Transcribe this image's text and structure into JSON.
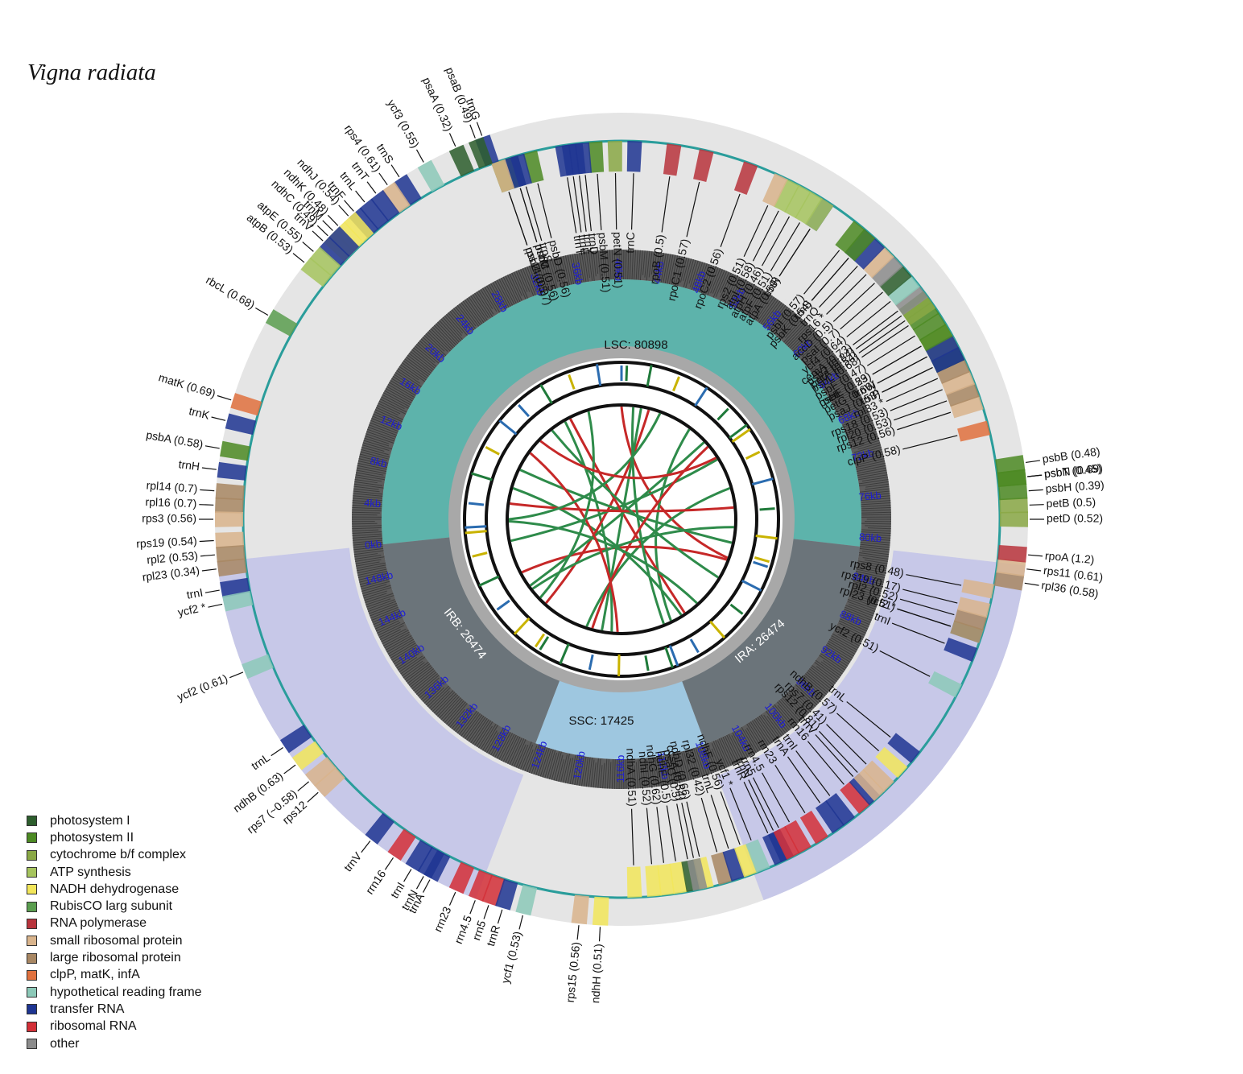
{
  "title": "Vigna radiata",
  "legend": [
    {
      "label": "photosystem I",
      "color": "#2d5e2d"
    },
    {
      "label": "photosystem II",
      "color": "#4c8a23"
    },
    {
      "label": "cytochrome b/f complex",
      "color": "#8aa845"
    },
    {
      "label": "ATP synthesis",
      "color": "#a6c45e"
    },
    {
      "label": "NADH dehydrogenase",
      "color": "#f2e65a"
    },
    {
      "label": "RubisCO larg subunit",
      "color": "#5a9e4f"
    },
    {
      "label": "RNA polymerase",
      "color": "#b8343c"
    },
    {
      "label": "small ribosomal protein",
      "color": "#d9b48c"
    },
    {
      "label": "large ribosomal protein",
      "color": "#a88763"
    },
    {
      "label": "clpP, matK, infA",
      "color": "#e0713e"
    },
    {
      "label": "hypothetical reading frame",
      "color": "#8cc9b8"
    },
    {
      "label": "transfer RNA",
      "color": "#1e3592"
    },
    {
      "label": "ribosomal RNA",
      "color": "#d32f37"
    },
    {
      "label": "other",
      "color": "#8c8c8c"
    }
  ],
  "regions": [
    {
      "label": "LSC: 80898",
      "start": 0,
      "end": 80898,
      "color": "#5db3ab"
    },
    {
      "label": "IRA: 26474",
      "start": 80898,
      "end": 107372,
      "color": "#6b747a"
    },
    {
      "label": "SSC: 17425",
      "start": 107372,
      "end": 124797,
      "color": "#9ec7e0"
    },
    {
      "label": "IRB: 26474",
      "start": 124797,
      "end": 151271,
      "color": "#6b747a"
    }
  ],
  "genome_length": 151271,
  "kb_ticks": [
    "0kb",
    "4kb",
    "8kb",
    "12kb",
    "16kb",
    "20kb",
    "24kb",
    "28kb",
    "32kb",
    "36kb",
    "40kb",
    "44kb",
    "48kb",
    "52kb",
    "56kb",
    "60kb",
    "64kb",
    "68kb",
    "72kb",
    "76kb",
    "80kb",
    "84kb",
    "88kb",
    "92kb",
    "96kb",
    "100kb",
    "104kb",
    "108kb",
    "112kb",
    "116kb",
    "120kb",
    "124kb",
    "128kb",
    "132kb",
    "136kb",
    "140kb",
    "144kb",
    "148kb"
  ],
  "gene_labels": [
    {
      "text": "rbcL (0.68)",
      "angle": -60,
      "color": "#5a9e4f"
    },
    {
      "text": "matK (0.69)",
      "angle": -73,
      "color": "#e0713e"
    },
    {
      "text": "trnK",
      "angle": -76,
      "color": "#1e3592"
    },
    {
      "text": "psbA (0.58)",
      "angle": -80,
      "color": "#4c8a23"
    },
    {
      "text": "trnH",
      "angle": -83,
      "color": "#1e3592"
    },
    {
      "text": "rpl14 (0.7)",
      "angle": -86,
      "color": "#a88763"
    },
    {
      "text": "rpl16 (0.7)",
      "angle": -88,
      "color": "#a88763"
    },
    {
      "text": "rps3 (0.56)",
      "angle": -90,
      "color": "#d9b48c"
    },
    {
      "text": "rps19 (0.54)",
      "angle": -93,
      "color": "#d9b48c"
    },
    {
      "text": "rpl2 (0.53)",
      "angle": -95,
      "color": "#a88763"
    },
    {
      "text": "rpl23 (0.34)",
      "angle": -97,
      "color": "#a88763"
    },
    {
      "text": "trnI",
      "angle": -100,
      "color": "#1e3592"
    },
    {
      "text": "ycf2 *",
      "angle": -102,
      "color": "#8cc9b8"
    },
    {
      "text": "ycf2 (0.61)",
      "angle": -112,
      "color": "#8cc9b8"
    },
    {
      "text": "trnL",
      "angle": -124,
      "color": "#1e3592"
    },
    {
      "text": "ndhB (0.63)",
      "angle": -127,
      "color": "#f2e65a"
    },
    {
      "text": "rps7 (~0.58)",
      "angle": -130,
      "color": "#d9b48c"
    },
    {
      "text": "rps12",
      "angle": -132,
      "color": "#d9b48c"
    },
    {
      "text": "trnV",
      "angle": -142,
      "color": "#1e3592"
    },
    {
      "text": "rrn16",
      "angle": -146,
      "color": "#d32f37"
    },
    {
      "text": "trnI",
      "angle": -149,
      "color": "#1e3592"
    },
    {
      "text": "trnA",
      "angle": -152,
      "color": "#1e3592"
    },
    {
      "text": "rrn23",
      "angle": -156,
      "color": "#d32f37"
    },
    {
      "text": "rrn4.5",
      "angle": -159,
      "color": "#d32f37"
    },
    {
      "text": "rrn5",
      "angle": -161,
      "color": "#d32f37"
    },
    {
      "text": "trnR",
      "angle": -163,
      "color": "#1e3592"
    },
    {
      "text": "trnN",
      "angle": -151,
      "color": "#1e3592"
    },
    {
      "text": "ycf1 (0.53)",
      "angle": -166,
      "color": "#8cc9b8"
    },
    {
      "text": "rps15 (0.56)",
      "angle": -174,
      "color": "#d9b48c"
    },
    {
      "text": "ndhH (0.51)",
      "angle": -177,
      "color": "#f2e65a"
    },
    {
      "text": "ndhA (0.51)",
      "angle": 178,
      "color": "#f2e65a"
    },
    {
      "text": "ndhI (0.52)",
      "angle": 175,
      "color": "#f2e65a"
    },
    {
      "text": "ndhG (0.62)",
      "angle": 173,
      "color": "#f2e65a"
    },
    {
      "text": "ndhE (0.5)",
      "angle": 171,
      "color": "#f2e65a"
    },
    {
      "text": "psaC (0.5)",
      "angle": 169,
      "color": "#2d5e2d"
    },
    {
      "text": "ndhD (0.66)",
      "angle": 167,
      "color": "#f2e65a"
    },
    {
      "text": "ccsA (0.54)",
      "angle": 168,
      "color": "#8c8c8c"
    },
    {
      "text": "rpl32 (0.42)",
      "angle": 164,
      "color": "#a88763"
    },
    {
      "text": "trnL",
      "angle": 162,
      "color": "#1e3592"
    },
    {
      "text": "ndhF (0.56)",
      "angle": 160,
      "color": "#f2e65a"
    },
    {
      "text": "trnN",
      "angle": 154,
      "color": "#1e3592"
    },
    {
      "text": "ycf1 *",
      "angle": 158,
      "color": "#8cc9b8"
    },
    {
      "text": "trnR",
      "angle": 155,
      "color": "#1e3592"
    },
    {
      "text": "rrn5",
      "angle": 153,
      "color": "#d32f37"
    },
    {
      "text": "rrn4.5",
      "angle": 151,
      "color": "#d32f37"
    },
    {
      "text": "rrn23",
      "angle": 148,
      "color": "#d32f37"
    },
    {
      "text": "trnA",
      "angle": 145,
      "color": "#1e3592"
    },
    {
      "text": "trnI",
      "angle": 143,
      "color": "#1e3592"
    },
    {
      "text": "rrn16",
      "angle": 140,
      "color": "#d32f37"
    },
    {
      "text": "trnV",
      "angle": 138,
      "color": "#1e3592"
    },
    {
      "text": "trnL",
      "angle": 129,
      "color": "#1e3592"
    },
    {
      "text": "ndhB (0.57)",
      "angle": 132,
      "color": "#f2e65a"
    },
    {
      "text": "rps7 (0.41)",
      "angle": 135,
      "color": "#d9b48c"
    },
    {
      "text": "rps12 (0.81)",
      "angle": 137,
      "color": "#d9b48c"
    },
    {
      "text": "ycf2 (0.51)",
      "angle": 117,
      "color": "#8cc9b8"
    },
    {
      "text": "ycf2 *",
      "angle": 108,
      "color": "#8cc9b8"
    },
    {
      "text": "trnI",
      "angle": 111,
      "color": "#1e3592"
    },
    {
      "text": "rpl23 (0.51)",
      "angle": 108,
      "color": "#a88763"
    },
    {
      "text": "rpl2 (0.52)",
      "angle": 106,
      "color": "#a88763"
    },
    {
      "text": "rps19 (0.17)",
      "angle": 104,
      "color": "#d9b48c"
    },
    {
      "text": "rps8 (0.48)",
      "angle": 101,
      "color": "#d9b48c"
    },
    {
      "text": "rpl36 (0.58)",
      "angle": 99,
      "color": "#a88763"
    },
    {
      "text": "rps11 (0.61)",
      "angle": 97,
      "color": "#d9b48c"
    },
    {
      "text": "rpoA (1.2)",
      "angle": 95,
      "color": "#b8343c"
    },
    {
      "text": "petD (0.52)",
      "angle": 90,
      "color": "#8aa845"
    },
    {
      "text": "petB (0.5)",
      "angle": 88,
      "color": "#8aa845"
    },
    {
      "text": "psbH (0.39)",
      "angle": 86,
      "color": "#4c8a23"
    },
    {
      "text": "psbT (0.45)",
      "angle": 84,
      "color": "#4c8a23"
    },
    {
      "text": "psbB (0.48)",
      "angle": 82,
      "color": "#4c8a23"
    },
    {
      "text": "psbN (0.69)",
      "angle": 84,
      "color": "#4c8a23"
    },
    {
      "text": "clpP (0.58)",
      "angle": 76,
      "color": "#e0713e"
    },
    {
      "text": "rps12 (0.56)",
      "angle": 72,
      "color": "#d9b48c"
    },
    {
      "text": "rpl20 (0.53)",
      "angle": 70,
      "color": "#a88763"
    },
    {
      "text": "rps18 (0.53)",
      "angle": 68,
      "color": "#d9b48c"
    },
    {
      "text": "rpl33 *",
      "angle": 66,
      "color": "#a88763"
    },
    {
      "text": "psaJ (0.53)",
      "angle": 64,
      "color": "#2d5e2d"
    },
    {
      "text": "petG (0.66)",
      "angle": 62,
      "color": "#8aa845"
    },
    {
      "text": "petL (0.53)",
      "angle": 60,
      "color": "#8aa845"
    },
    {
      "text": "trnP",
      "angle": 64,
      "color": "#1e3592"
    },
    {
      "text": "trnW",
      "angle": 62,
      "color": "#1e3592"
    },
    {
      "text": "psbE (0.29)",
      "angle": 60,
      "color": "#4c8a23"
    },
    {
      "text": "psbF (0.47)",
      "angle": 58,
      "color": "#4c8a23"
    },
    {
      "text": "psbL (0.68)",
      "angle": 56,
      "color": "#4c8a23"
    },
    {
      "text": "psbJ (0.84)",
      "angle": 54,
      "color": "#4c8a23"
    },
    {
      "text": "petA (0.54)",
      "angle": 55,
      "color": "#8aa845"
    },
    {
      "text": "cemA (0.73)",
      "angle": 53,
      "color": "#8c8c8c"
    },
    {
      "text": "ycf4 (0.64)",
      "angle": 51,
      "color": "#8cc9b8"
    },
    {
      "text": "psaI (0.7)",
      "angle": 49,
      "color": "#2d5e2d"
    },
    {
      "text": "accD (0.5)",
      "angle": 47,
      "color": "#8c8c8c"
    },
    {
      "text": "rps16 *",
      "angle": 45,
      "color": "#d9b48c"
    },
    {
      "text": "trnQ",
      "angle": 43,
      "color": "#1e3592"
    },
    {
      "text": "trnS",
      "angle": 41,
      "color": "#1e3592"
    },
    {
      "text": "psbK (0.54)",
      "angle": 41,
      "color": "#4c8a23"
    },
    {
      "text": "psbI (0.57)",
      "angle": 39,
      "color": "#4c8a23"
    },
    {
      "text": "trnR",
      "angle": 33,
      "color": "#1e3592"
    },
    {
      "text": "atpA (0.59)",
      "angle": 33,
      "color": "#a6c45e"
    },
    {
      "text": "atpF (0.51)",
      "angle": 31,
      "color": "#a6c45e"
    },
    {
      "text": "atpH (0.46)",
      "angle": 29,
      "color": "#a6c45e"
    },
    {
      "text": "atpI (0.58)",
      "angle": 27,
      "color": "#a6c45e"
    },
    {
      "text": "rps2 (0.51)",
      "angle": 25,
      "color": "#d9b48c"
    },
    {
      "text": "rpoC2 (0.56)",
      "angle": 20,
      "color": "#b8343c"
    },
    {
      "text": "rpoC1 (0.57)",
      "angle": 13,
      "color": "#b8343c"
    },
    {
      "text": "rpoB (0.5)",
      "angle": 8,
      "color": "#b8343c"
    },
    {
      "text": "petN (0.51)",
      "angle": -1,
      "color": "#8aa845"
    },
    {
      "text": "trnC",
      "angle": 2,
      "color": "#1e3592"
    },
    {
      "text": "psbM (0.51)",
      "angle": -4,
      "color": "#4c8a23"
    },
    {
      "text": "trnD",
      "angle": -6,
      "color": "#1e3592"
    },
    {
      "text": "trnY",
      "angle": -7,
      "color": "#1e3592"
    },
    {
      "text": "trnE",
      "angle": -8,
      "color": "#1e3592"
    },
    {
      "text": "trnT",
      "angle": -9,
      "color": "#1e3592"
    },
    {
      "text": "psbD (0.56)",
      "angle": -14,
      "color": "#4c8a23"
    },
    {
      "text": "psbC (0.56)",
      "angle": -17,
      "color": "#4c8a23"
    },
    {
      "text": "psbZ (0.5)",
      "angle": -19,
      "color": "#4c8a23"
    },
    {
      "text": "trnG",
      "angle": -20,
      "color": "#1e3592"
    },
    {
      "text": "trnS",
      "angle": -16,
      "color": "#1e3592"
    },
    {
      "text": "trnfM",
      "angle": -17,
      "color": "#1e3592"
    },
    {
      "text": "rps14 (0.37)",
      "angle": -19,
      "color": "#d9b48c"
    },
    {
      "text": "psaB (0.49)",
      "angle": -21,
      "color": "#2d5e2d"
    },
    {
      "text": "psaA (0.32)",
      "angle": -24,
      "color": "#2d5e2d"
    },
    {
      "text": "ycf3 (0.55)",
      "angle": -29,
      "color": "#8cc9b8"
    },
    {
      "text": "trnS",
      "angle": -33,
      "color": "#1e3592"
    },
    {
      "text": "rps4 (0.61)",
      "angle": -35,
      "color": "#d9b48c"
    },
    {
      "text": "trnT",
      "angle": -37,
      "color": "#1e3592"
    },
    {
      "text": "trnL",
      "angle": -39,
      "color": "#1e3592"
    },
    {
      "text": "trnF",
      "angle": -41,
      "color": "#1e3592"
    },
    {
      "text": "ndhJ (0.54)",
      "angle": -42,
      "color": "#f2e65a"
    },
    {
      "text": "ndhK (0.48)",
      "angle": -44,
      "color": "#f2e65a"
    },
    {
      "text": "ndhC (0.49)",
      "angle": -46,
      "color": "#f2e65a"
    },
    {
      "text": "trnV",
      "angle": -47,
      "color": "#1e3592"
    },
    {
      "text": "trnM",
      "angle": -45,
      "color": "#1e3592"
    },
    {
      "text": "atpE (0.55)",
      "angle": -49,
      "color": "#a6c45e"
    },
    {
      "text": "atpB (0.53)",
      "angle": -51,
      "color": "#a6c45e"
    }
  ]
}
